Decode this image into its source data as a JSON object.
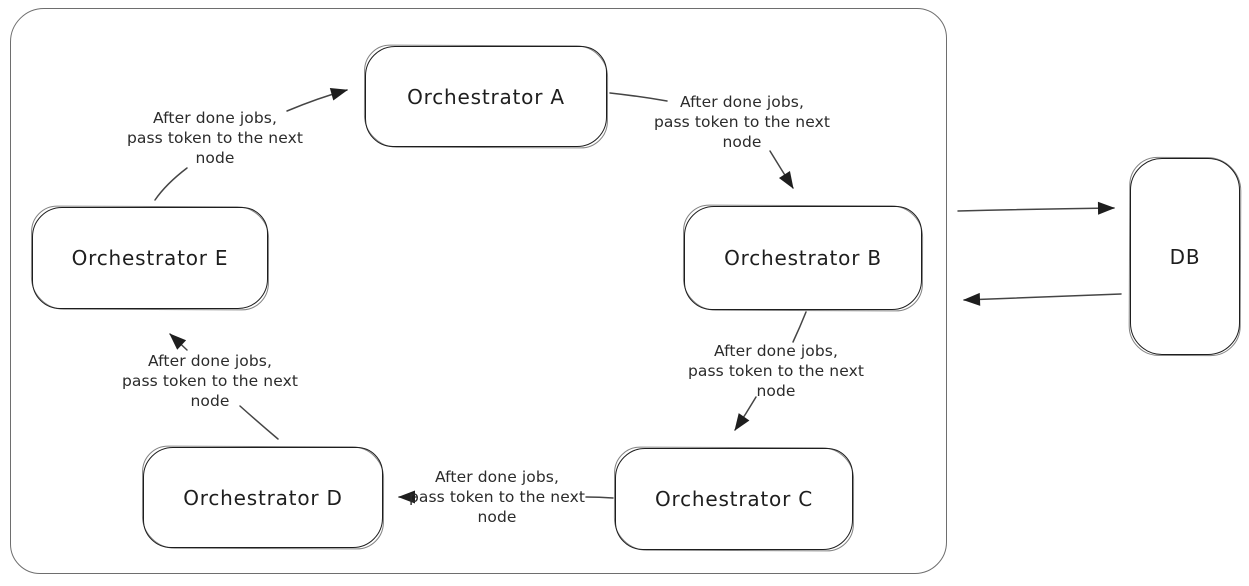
{
  "diagram": {
    "type": "flow-diagram",
    "background_color": "#ffffff",
    "node_stroke_color": "#1e1e1e",
    "cluster_stroke_color": "#6e6e6e",
    "text_color": "#1e1e1e",
    "nodes": [
      {
        "id": "orchestrator-a",
        "label": "Orchestrator A"
      },
      {
        "id": "orchestrator-b",
        "label": "Orchestrator B"
      },
      {
        "id": "orchestrator-c",
        "label": "Orchestrator C"
      },
      {
        "id": "orchestrator-d",
        "label": "Orchestrator D"
      },
      {
        "id": "orchestrator-e",
        "label": "Orchestrator E"
      },
      {
        "id": "db",
        "label": "DB"
      }
    ],
    "edges": [
      {
        "from": "Orchestrator E",
        "to": "Orchestrator A",
        "label": "After done jobs,\npass token to the next\nnode"
      },
      {
        "from": "Orchestrator A",
        "to": "Orchestrator B",
        "label": "After done jobs,\npass token to the next\nnode"
      },
      {
        "from": "Orchestrator B",
        "to": "Orchestrator C",
        "label": "After done jobs,\npass token to the next\nnode"
      },
      {
        "from": "Orchestrator C",
        "to": "Orchestrator D",
        "label": "After done jobs,\npass token to the next\nnode"
      },
      {
        "from": "Orchestrator D",
        "to": "Orchestrator E",
        "label": "After done jobs,\npass token to the next\nnode"
      },
      {
        "from": "cluster",
        "to": "DB",
        "label": ""
      },
      {
        "from": "DB",
        "to": "cluster",
        "label": ""
      }
    ]
  }
}
